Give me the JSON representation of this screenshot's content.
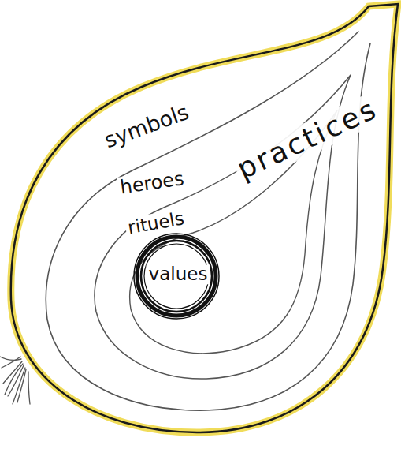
{
  "diagram": {
    "nodes": [
      {
        "text": [
          "symbols"
        ]
      },
      {
        "text": [
          "heroes"
        ],
        "in": 0
      },
      {
        "text": [
          "rituels"
        ],
        "in": 1
      },
      {
        "text": [
          "values"
        ],
        "in": 2
      }
    ],
    "labels": [
      "practices"
    ]
  }
}
